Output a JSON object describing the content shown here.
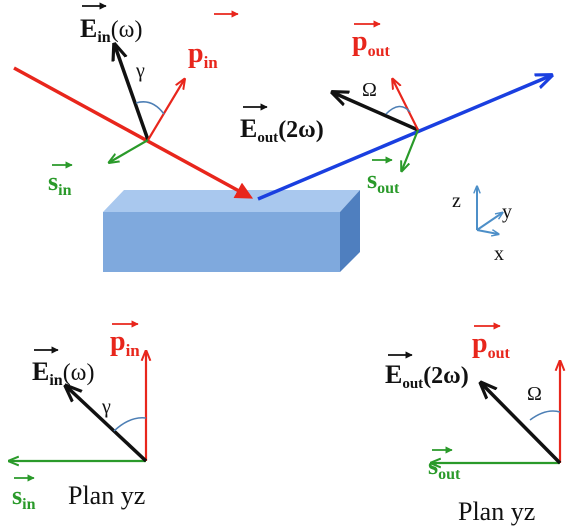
{
  "colors": {
    "incident_beam": "#e8261c",
    "outgoing_beam": "#1a3fe0",
    "e_field": "#111111",
    "p_vector": "#e8261c",
    "s_vector": "#2a9a2a",
    "angle_arc": "#4d7fb5",
    "axes": "#4d8fc8",
    "block_top": "#a9c8ee",
    "block_front": "#7fa9dd",
    "block_side": "#4f7fbf",
    "text": "#111111"
  },
  "labels": {
    "e_in": {
      "base": "E",
      "sub": "in",
      "arg": "(ω)"
    },
    "p_in": {
      "base": "p",
      "sub": "in"
    },
    "s_in": {
      "base": "s",
      "sub": "in"
    },
    "e_out": {
      "base": "E",
      "sub": "out",
      "arg": "(2ω)"
    },
    "p_out": {
      "base": "p",
      "sub": "out"
    },
    "s_out": {
      "base": "s",
      "sub": "out"
    },
    "gamma": "γ",
    "omega_angle": "Ω"
  },
  "axes": {
    "z": "z",
    "y": "y",
    "x": "x"
  },
  "panels": {
    "left_caption": "Plan yz",
    "right_caption": "Plan yz"
  },
  "icons": [
    "vector-arrow-icon",
    "axes-triad-icon"
  ]
}
